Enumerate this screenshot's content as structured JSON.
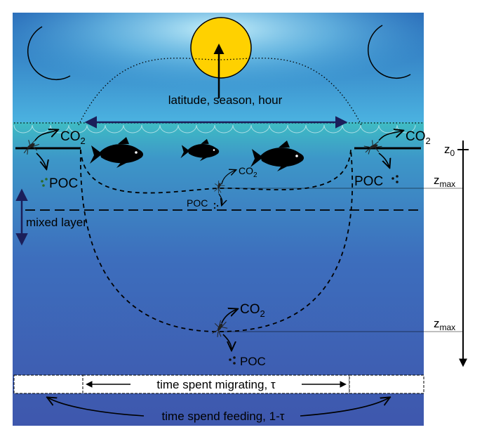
{
  "labels": {
    "sun_arc": "latitude, season, hour",
    "co2_main": "CO",
    "co2_sub": "2",
    "poc": "POC",
    "mixed_layer": "mixed layer",
    "z0_main": "z",
    "z0_sub": "0",
    "zmax_main": "z",
    "zmax_sub": "max",
    "time_migrating": "time spent migrating, τ",
    "time_feeding": "time spend feeding, 1-τ"
  },
  "colors": {
    "sky_top": "#1f54a8",
    "sky_mid": "#46a8dc",
    "sun_glow": "#9fe0f5",
    "water_surface": "#3fb8c2",
    "water_deep": "#3a55aa",
    "sun": "#ffd100",
    "moon": "#ffd100",
    "arrow_dark": "#1b1f5a"
  }
}
